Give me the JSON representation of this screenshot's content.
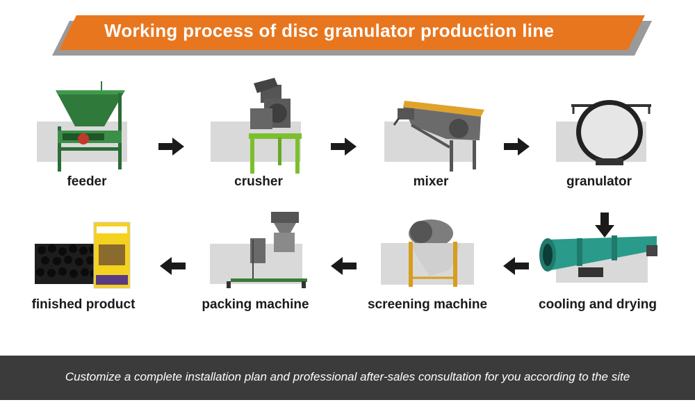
{
  "header": {
    "title": "Working process of disc granulator production line",
    "accent_color": "#e8761f",
    "shadow_color": "#8a8a8a"
  },
  "process": {
    "row1": [
      {
        "label": "feeder",
        "icon": "feeder-hopper-icon"
      },
      {
        "label": "crusher",
        "icon": "crusher-machine-icon"
      },
      {
        "label": "mixer",
        "icon": "horizontal-mixer-icon"
      },
      {
        "label": "granulator",
        "icon": "disc-granulator-icon"
      }
    ],
    "row2": [
      {
        "label": "finished product",
        "icon": "fertilizer-bag-icon"
      },
      {
        "label": "packing machine",
        "icon": "packing-machine-icon"
      },
      {
        "label": "screening machine",
        "icon": "rotary-screen-icon"
      },
      {
        "label": "cooling and drying",
        "icon": "rotary-dryer-icon"
      }
    ],
    "arrow_color": "#1a1a1a",
    "backdrop_color": "#d9d9d9"
  },
  "footer": {
    "text": "Customize a complete installation plan and  professional after-sales consultation for you according to the site",
    "background": "#3b3b3b"
  }
}
